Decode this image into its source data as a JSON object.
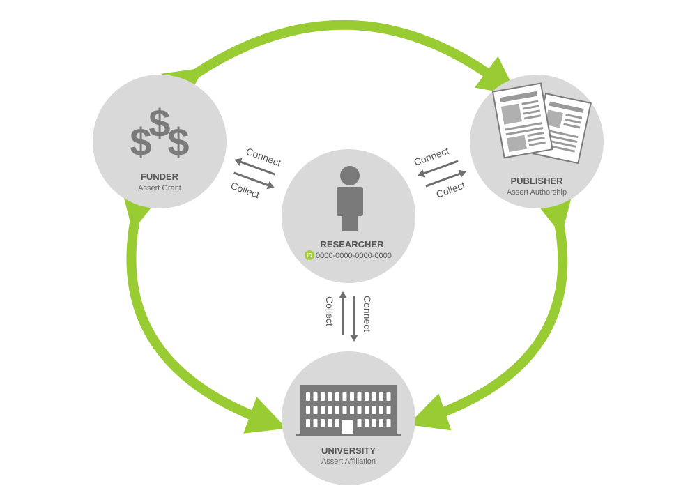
{
  "colors": {
    "circle_fill": "#d9d9d9",
    "green_arrow": "#99cc33",
    "icon_gray": "#7a7a7a",
    "small_arrow": "#6e6e6e",
    "orcid_green": "#a6ce39"
  },
  "nodes": {
    "funder": {
      "title": "FUNDER",
      "subtitle": "Assert Grant",
      "icon": "dollar-signs-icon"
    },
    "publisher": {
      "title": "PUBLISHER",
      "subtitle": "Assert Authorship",
      "icon": "papers-icon"
    },
    "researcher": {
      "title": "RESEARCHER",
      "orcid_badge": "iD",
      "orcid_id": "0000-0000-0000-0000",
      "icon": "person-icon"
    },
    "university": {
      "title": "UNIVERSITY",
      "subtitle": "Assert Affiliation",
      "icon": "building-icon"
    }
  },
  "arrows": {
    "left": {
      "connect": "Connect",
      "collect": "Collect"
    },
    "right": {
      "connect": "Connect",
      "collect": "Collect"
    },
    "bottom": {
      "connect": "Connect",
      "collect": "Collect"
    }
  }
}
